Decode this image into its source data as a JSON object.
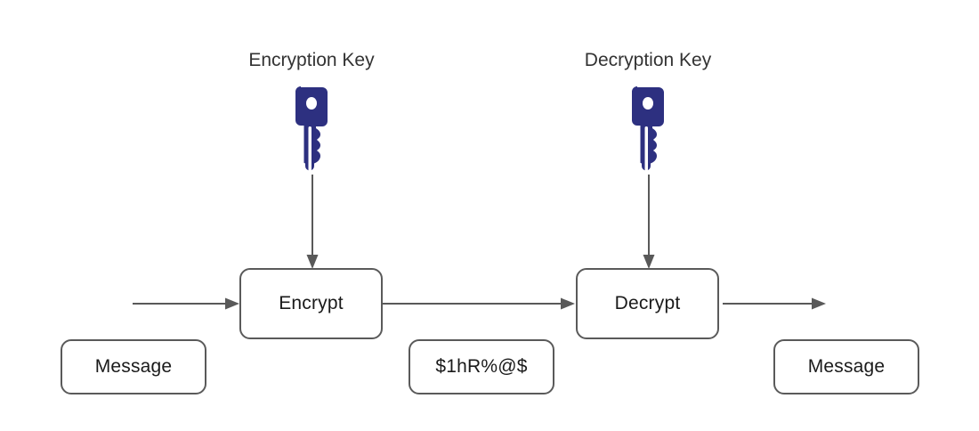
{
  "diagram": {
    "title_alt": "Symmetric encryption and decryption flow",
    "background_color": "#ffffff",
    "key_color": "#2d3080",
    "box_border_color": "#5a5a5a",
    "arrow_color": "#595959",
    "text_color": "#1a1a1a"
  },
  "captions": {
    "encryption_key": "Encryption Key",
    "decryption_key": "Decryption Key"
  },
  "keys": [
    {
      "name": "encryption-key",
      "label": "Encryption Key"
    },
    {
      "name": "decryption-key",
      "label": "Decryption Key"
    }
  ],
  "processes": {
    "encrypt": "Encrypt",
    "decrypt": "Decrypt"
  },
  "data_nodes": {
    "plaintext_in": "Message",
    "ciphertext": "$1hR%@$",
    "plaintext_out": "Message"
  },
  "icons": {
    "key": "key-icon",
    "arrow": "arrow-right-icon",
    "arrow_down": "arrow-down-icon"
  },
  "flow": [
    {
      "from": "input",
      "to": "Encrypt",
      "direction": "right"
    },
    {
      "from": "Encryption Key",
      "to": "Encrypt",
      "direction": "down"
    },
    {
      "from": "Encrypt",
      "to": "Decrypt",
      "direction": "right"
    },
    {
      "from": "Decryption Key",
      "to": "Decrypt",
      "direction": "down"
    },
    {
      "from": "Decrypt",
      "to": "output",
      "direction": "right"
    }
  ]
}
